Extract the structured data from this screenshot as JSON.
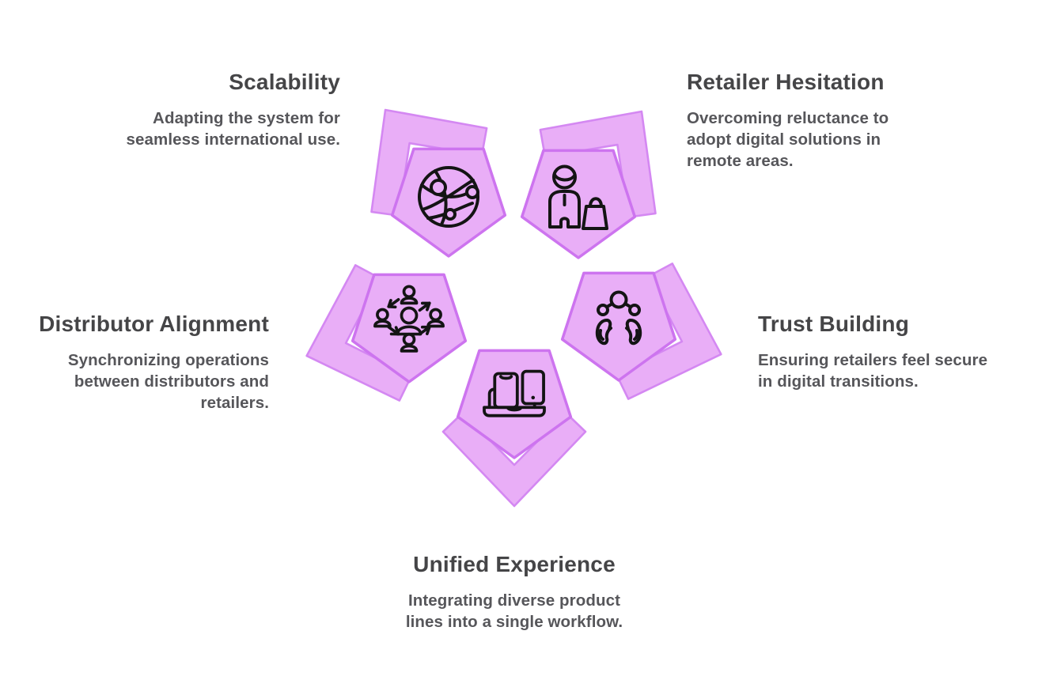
{
  "theme": {
    "background": "#ffffff",
    "pentagon_fill": "#e9aef7",
    "pentagon_stroke": "#cd74ef",
    "chevron_stroke": "#d488f2",
    "icon_stroke": "#141414",
    "title_color": "#454547",
    "desc_color": "#56565a"
  },
  "items": [
    {
      "id": "scalability",
      "position": "top-left",
      "title": "Scalability",
      "description": "Adapting the system for\nseamless international use.",
      "icon": "globe-network-icon"
    },
    {
      "id": "retailer-hesitation",
      "position": "top-right",
      "title": "Retailer Hesitation",
      "description": "Overcoming reluctance to\nadopt digital solutions in\nremote areas.",
      "icon": "shopper-bag-icon"
    },
    {
      "id": "distributor-alignment",
      "position": "middle-left",
      "title": "Distributor Alignment",
      "description": "Synchronizing operations\nbetween distributors and\nretailers.",
      "icon": "team-sync-icon"
    },
    {
      "id": "trust-building",
      "position": "middle-right",
      "title": "Trust Building",
      "description": "Ensuring retailers feel secure\nin digital transitions.",
      "icon": "hands-molecule-icon"
    },
    {
      "id": "unified-experience",
      "position": "bottom",
      "title": "Unified Experience",
      "description": "Integrating diverse product\nlines into a single workflow.",
      "icon": "devices-icon"
    }
  ]
}
